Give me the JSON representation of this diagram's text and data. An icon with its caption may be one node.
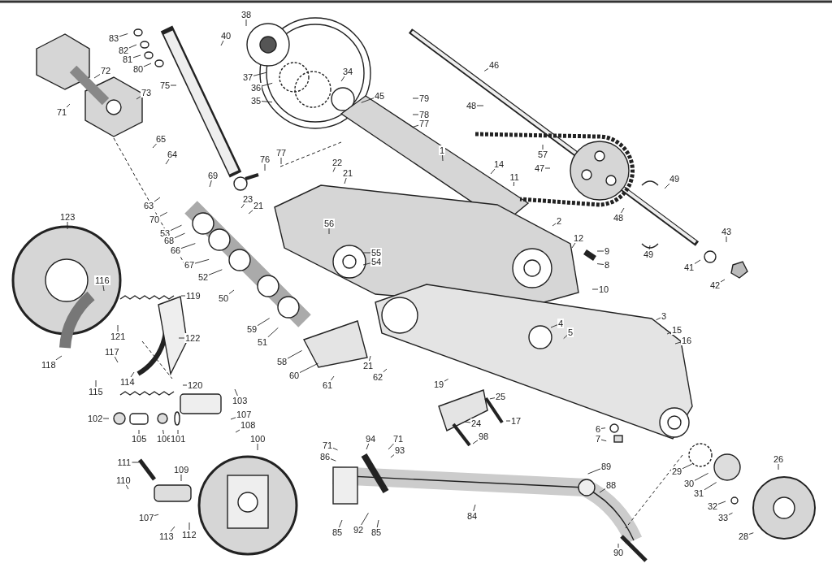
{
  "diagram": {
    "nodes": [
      {
        "text": [
          "83"
        ]
      },
      {
        "text": [
          "82"
        ]
      },
      {
        "text": [
          "81"
        ]
      },
      {
        "text": [
          "80"
        ]
      },
      {
        "text": [
          "38"
        ]
      },
      {
        "text": [
          "40"
        ]
      },
      {
        "text": [
          "46"
        ]
      },
      {
        "text": [
          "72"
        ]
      },
      {
        "text": [
          "75"
        ]
      },
      {
        "text": [
          "37"
        ]
      },
      {
        "text": [
          "34"
        ]
      },
      {
        "text": [
          "36"
        ]
      },
      {
        "text": [
          "35"
        ]
      },
      {
        "text": [
          "45"
        ]
      },
      {
        "text": [
          "73"
        ]
      },
      {
        "text": [
          "79"
        ]
      },
      {
        "text": [
          "48"
        ]
      },
      {
        "text": [
          "71"
        ]
      },
      {
        "text": [
          "78"
        ]
      },
      {
        "text": [
          "77"
        ]
      },
      {
        "text": [
          "65"
        ]
      },
      {
        "text": [
          "57"
        ]
      },
      {
        "text": [
          "64"
        ]
      },
      {
        "text": [
          "1"
        ]
      },
      {
        "text": [
          "76"
        ]
      },
      {
        "text": [
          "77"
        ]
      },
      {
        "text": [
          "22"
        ]
      },
      {
        "text": [
          "14"
        ]
      },
      {
        "text": [
          "47"
        ]
      },
      {
        "text": [
          "21"
        ]
      },
      {
        "text": [
          "11"
        ]
      },
      {
        "text": [
          "49"
        ]
      },
      {
        "text": [
          "69"
        ]
      },
      {
        "text": [
          "63"
        ]
      },
      {
        "text": [
          "23"
        ]
      },
      {
        "text": [
          "21"
        ]
      },
      {
        "text": [
          "70"
        ]
      },
      {
        "text": [
          "53"
        ]
      },
      {
        "text": [
          "48"
        ]
      },
      {
        "text": [
          "2"
        ]
      },
      {
        "text": [
          "68"
        ]
      },
      {
        "text": [
          "66"
        ]
      },
      {
        "text": [
          "56"
        ]
      },
      {
        "text": [
          "123"
        ]
      },
      {
        "text": [
          "43"
        ]
      },
      {
        "text": [
          "12"
        ]
      },
      {
        "text": [
          "9"
        ]
      },
      {
        "text": [
          "55"
        ]
      },
      {
        "text": [
          "67"
        ]
      },
      {
        "text": [
          "8"
        ]
      },
      {
        "text": [
          "54"
        ]
      },
      {
        "text": [
          "52"
        ]
      },
      {
        "text": [
          "49"
        ]
      },
      {
        "text": [
          "41"
        ]
      },
      {
        "text": [
          "42"
        ]
      },
      {
        "text": [
          "10"
        ]
      },
      {
        "text": [
          "116"
        ]
      },
      {
        "text": [
          "119"
        ]
      },
      {
        "text": [
          "50"
        ]
      },
      {
        "text": [
          "3"
        ]
      },
      {
        "text": [
          "121"
        ]
      },
      {
        "text": [
          "15"
        ]
      },
      {
        "text": [
          "122"
        ]
      },
      {
        "text": [
          "59"
        ]
      },
      {
        "text": [
          "4"
        ]
      },
      {
        "text": [
          "5"
        ]
      },
      {
        "text": [
          "16"
        ]
      },
      {
        "text": [
          "51"
        ]
      },
      {
        "text": [
          "117"
        ]
      },
      {
        "text": [
          "58"
        ]
      },
      {
        "text": [
          "21"
        ]
      },
      {
        "text": [
          "118"
        ]
      },
      {
        "text": [
          "60"
        ]
      },
      {
        "text": [
          "62"
        ]
      },
      {
        "text": [
          "114"
        ]
      },
      {
        "text": [
          "61"
        ]
      },
      {
        "text": [
          "120"
        ]
      },
      {
        "text": [
          "115"
        ]
      },
      {
        "text": [
          "103"
        ]
      },
      {
        "text": [
          "19"
        ]
      },
      {
        "text": [
          "25"
        ]
      },
      {
        "text": [
          "107"
        ]
      },
      {
        "text": [
          "102"
        ]
      },
      {
        "text": [
          "105"
        ]
      },
      {
        "text": [
          "106"
        ]
      },
      {
        "text": [
          "101"
        ]
      },
      {
        "text": [
          "108"
        ]
      },
      {
        "text": [
          "17"
        ]
      },
      {
        "text": [
          "24"
        ]
      },
      {
        "text": [
          "6"
        ]
      },
      {
        "text": [
          "98"
        ]
      },
      {
        "text": [
          "7"
        ]
      },
      {
        "text": [
          "100"
        ]
      },
      {
        "text": [
          "71"
        ]
      },
      {
        "text": [
          "94"
        ]
      },
      {
        "text": [
          "71"
        ]
      },
      {
        "text": [
          "86"
        ]
      },
      {
        "text": [
          "93"
        ]
      },
      {
        "text": [
          "26"
        ]
      },
      {
        "text": [
          "111"
        ]
      },
      {
        "text": [
          "109"
        ]
      },
      {
        "text": [
          "89"
        ]
      },
      {
        "text": [
          "29"
        ]
      },
      {
        "text": [
          "88"
        ]
      },
      {
        "text": [
          "110"
        ]
      },
      {
        "text": [
          "30"
        ]
      },
      {
        "text": [
          "31"
        ]
      },
      {
        "text": [
          "84"
        ]
      },
      {
        "text": [
          "107"
        ]
      },
      {
        "text": [
          "32"
        ]
      },
      {
        "text": [
          "92"
        ]
      },
      {
        "text": [
          "85"
        ]
      },
      {
        "text": [
          "85"
        ]
      },
      {
        "text": [
          "33"
        ]
      },
      {
        "text": [
          "113"
        ]
      },
      {
        "text": [
          "112"
        ]
      },
      {
        "text": [
          "28"
        ]
      },
      {
        "text": [
          "90"
        ]
      }
    ],
    "edges": [
      {
        "from": 0,
        "to": null,
        "arrow": "none"
      },
      {
        "from": 1,
        "to": null,
        "arrow": "none"
      },
      {
        "from": 2,
        "to": null,
        "arrow": "none"
      },
      {
        "from": 3,
        "to": null,
        "arrow": "none"
      },
      {
        "from": 4,
        "to": null,
        "arrow": "none"
      },
      {
        "from": 5,
        "to": null,
        "arrow": "none"
      },
      {
        "from": 6,
        "to": null,
        "arrow": "none"
      },
      {
        "from": 7,
        "to": null,
        "arrow": "none"
      },
      {
        "from": 8,
        "to": null,
        "arrow": "none"
      },
      {
        "from": 9,
        "to": null,
        "arrow": "none"
      },
      {
        "from": 10,
        "to": null,
        "arrow": "none"
      },
      {
        "from": 11,
        "to": null,
        "arrow": "none"
      },
      {
        "from": 12,
        "to": null,
        "arrow": "none"
      },
      {
        "from": 13,
        "to": null,
        "arrow": "none"
      },
      {
        "from": 14,
        "to": null,
        "arrow": "none"
      },
      {
        "from": 15,
        "to": null,
        "arrow": "none"
      },
      {
        "from": 16,
        "to": null,
        "arrow": "none"
      },
      {
        "from": 17,
        "to": null,
        "arrow": "none"
      },
      {
        "from": 18,
        "to": null,
        "arrow": "none"
      },
      {
        "from": 19,
        "to": null,
        "arrow": "none"
      },
      {
        "from": 20,
        "to": null,
        "arrow": "none"
      },
      {
        "from": 21,
        "to": null,
        "arrow": "none"
      },
      {
        "from": 22,
        "to": null,
        "arrow": "none"
      },
      {
        "from": 23,
        "to": null,
        "arrow": "none"
      },
      {
        "from": 24,
        "to": null,
        "arrow": "none"
      },
      {
        "from": 25,
        "to": null,
        "arrow": "none"
      },
      {
        "from": 26,
        "to": null,
        "arrow": "none"
      },
      {
        "from": 27,
        "to": null,
        "arrow": "none"
      },
      {
        "from": 28,
        "to": null,
        "arrow": "none"
      },
      {
        "from": 29,
        "to": null,
        "arrow": "none"
      },
      {
        "from": 30,
        "to": null,
        "arrow": "none"
      },
      {
        "from": 31,
        "to": null,
        "arrow": "none"
      },
      {
        "from": 32,
        "to": null,
        "arrow": "none"
      },
      {
        "from": 33,
        "to": null,
        "arrow": "none"
      },
      {
        "from": 34,
        "to": null,
        "arrow": "none"
      },
      {
        "from": 35,
        "to": null,
        "arrow": "none"
      },
      {
        "from": 36,
        "to": null,
        "arrow": "none"
      },
      {
        "from": 37,
        "to": null,
        "arrow": "none"
      },
      {
        "from": 38,
        "to": null,
        "arrow": "none"
      },
      {
        "from": 39,
        "to": null,
        "arrow": "none"
      },
      {
        "from": 40,
        "to": null,
        "arrow": "none"
      },
      {
        "from": 41,
        "to": null,
        "arrow": "none"
      },
      {
        "from": 42,
        "to": null,
        "arrow": "none"
      },
      {
        "from": 43,
        "to": null,
        "arrow": "none"
      },
      {
        "from": 44,
        "to": null,
        "arrow": "none"
      },
      {
        "from": 45,
        "to": null,
        "arrow": "none"
      },
      {
        "from": 46,
        "to": null,
        "arrow": "none"
      },
      {
        "from": 47,
        "to": null,
        "arrow": "none"
      },
      {
        "from": 48,
        "to": null,
        "arrow": "none"
      },
      {
        "from": 49,
        "to": null,
        "arrow": "none"
      },
      {
        "from": 50,
        "to": null,
        "arrow": "none"
      },
      {
        "from": 51,
        "to": null,
        "arrow": "none"
      },
      {
        "from": 52,
        "to": null,
        "arrow": "none"
      },
      {
        "from": 53,
        "to": null,
        "arrow": "none"
      },
      {
        "from": 54,
        "to": null,
        "arrow": "none"
      },
      {
        "from": 55,
        "to": null,
        "arrow": "none"
      },
      {
        "from": 56,
        "to": null,
        "arrow": "none"
      },
      {
        "from": 57,
        "to": null,
        "arrow": "none"
      },
      {
        "from": 58,
        "to": null,
        "arrow": "none"
      },
      {
        "from": 59,
        "to": null,
        "arrow": "none"
      },
      {
        "from": 60,
        "to": null,
        "arrow": "none"
      },
      {
        "from": 61,
        "to": null,
        "arrow": "none"
      },
      {
        "from": 62,
        "to": null,
        "arrow": "none"
      },
      {
        "from": 63,
        "to": null,
        "arrow": "none"
      },
      {
        "from": 64,
        "to": null,
        "arrow": "none"
      },
      {
        "from": 65,
        "to": null,
        "arrow": "none"
      },
      {
        "from": 66,
        "to": null,
        "arrow": "none"
      },
      {
        "from": 67,
        "to": null,
        "arrow": "none"
      },
      {
        "from": 68,
        "to": null,
        "arrow": "none"
      },
      {
        "from": 69,
        "to": null,
        "arrow": "none"
      },
      {
        "from": 70,
        "to": null,
        "arrow": "none"
      },
      {
        "from": 71,
        "to": null,
        "arrow": "none"
      },
      {
        "from": 72,
        "to": null,
        "arrow": "none"
      },
      {
        "from": 73,
        "to": null,
        "arrow": "none"
      },
      {
        "from": 74,
        "to": null,
        "arrow": "none"
      },
      {
        "from": 75,
        "to": null,
        "arrow": "none"
      },
      {
        "from": 76,
        "to": null,
        "arrow": "none"
      },
      {
        "from": 77,
        "to": null,
        "arrow": "none"
      },
      {
        "from": 78,
        "to": null,
        "arrow": "none"
      },
      {
        "from": 79,
        "to": null,
        "arrow": "none"
      },
      {
        "from": 80,
        "to": null,
        "arrow": "none"
      },
      {
        "from": 81,
        "to": null,
        "arrow": "none"
      },
      {
        "from": 82,
        "to": null,
        "arrow": "none"
      },
      {
        "from": 83,
        "to": null,
        "arrow": "none"
      },
      {
        "from": 84,
        "to": null,
        "arrow": "none"
      },
      {
        "from": 85,
        "to": null,
        "arrow": "none"
      },
      {
        "from": 86,
        "to": null,
        "arrow": "none"
      },
      {
        "from": 87,
        "to": null,
        "arrow": "none"
      },
      {
        "from": 88,
        "to": null,
        "arrow": "none"
      },
      {
        "from": 89,
        "to": null,
        "arrow": "none"
      },
      {
        "from": 90,
        "to": null,
        "arrow": "none"
      },
      {
        "from": 91,
        "to": null,
        "arrow": "none"
      },
      {
        "from": 92,
        "to": null,
        "arrow": "none"
      },
      {
        "from": 93,
        "to": null,
        "arrow": "none"
      },
      {
        "from": 94,
        "to": null,
        "arrow": "none"
      },
      {
        "from": 95,
        "to": null,
        "arrow": "none"
      },
      {
        "from": 96,
        "to": null,
        "arrow": "none"
      },
      {
        "from": 97,
        "to": null,
        "arrow": "none"
      },
      {
        "from": 98,
        "to": null,
        "arrow": "none"
      },
      {
        "from": 99,
        "to": null,
        "arrow": "none"
      },
      {
        "from": 100,
        "to": null,
        "arrow": "none"
      },
      {
        "from": 101,
        "to": null,
        "arrow": "none"
      },
      {
        "from": 102,
        "to": null,
        "arrow": "none"
      },
      {
        "from": 103,
        "to": null,
        "arrow": "none"
      },
      {
        "from": 104,
        "to": null,
        "arrow": "none"
      },
      {
        "from": 105,
        "to": null,
        "arrow": "none"
      },
      {
        "from": 106,
        "to": null,
        "arrow": "none"
      },
      {
        "from": 107,
        "to": null,
        "arrow": "none"
      },
      {
        "from": 108,
        "to": null,
        "arrow": "none"
      },
      {
        "from": 109,
        "to": null,
        "arrow": "none"
      },
      {
        "from": 110,
        "to": null,
        "arrow": "none"
      },
      {
        "from": 111,
        "to": null,
        "arrow": "none"
      },
      {
        "from": 112,
        "to": null,
        "arrow": "none"
      },
      {
        "from": 113,
        "to": null,
        "arrow": "none"
      },
      {
        "from": 114,
        "to": null,
        "arrow": "none"
      },
      {
        "from": 115,
        "to": null,
        "arrow": "none"
      },
      {
        "from": 116,
        "to": null,
        "arrow": "none"
      },
      {
        "from": 117,
        "to": null,
        "arrow": "none"
      }
    ]
  }
}
